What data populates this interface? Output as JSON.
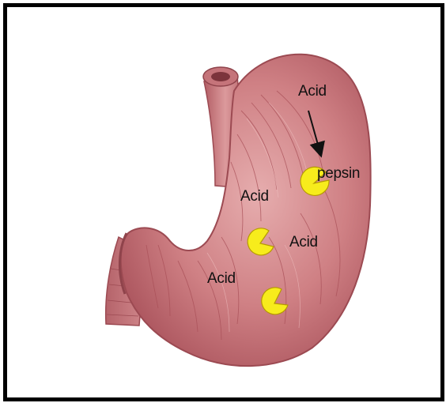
{
  "labels": {
    "acid_top": "Acid",
    "pepsin": "pepsin",
    "acid_left": "Acid",
    "acid_mid": "Acid",
    "acid_lower": "Acid"
  },
  "colors": {
    "border": "#000000",
    "stomach": "#c9767a",
    "stomach_shadow": "#a84e57",
    "stomach_light": "#e3a7a8",
    "enzyme": "#f7ec1c",
    "enzyme_outline": "#b59a00",
    "arrow": "#111111"
  },
  "icons": {
    "enzyme": "pac-man-enzyme-icon",
    "arrow": "arrow-down-icon"
  }
}
